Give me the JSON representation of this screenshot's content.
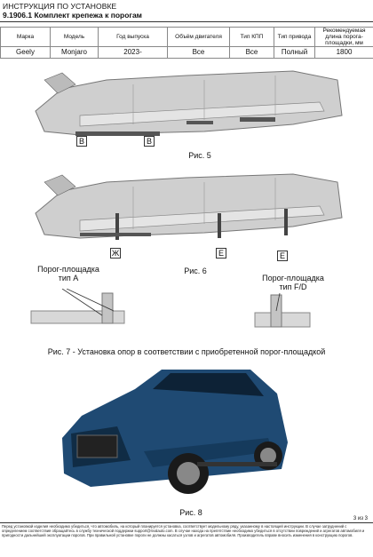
{
  "header": {
    "line1": "ИНСТРУКЦИЯ ПО УСТАНОВКЕ",
    "line2": "9.1906.1 Комплект крепежа к порогам"
  },
  "spec_table": {
    "headers": [
      "Марка",
      "Модель",
      "Год выпуска",
      "Объём двигателя",
      "Тип КПП",
      "Тип привода",
      "Рекомендуемая длина порога-площадки, мм"
    ],
    "row": [
      "Geely",
      "Monjaro",
      "2023-",
      "Все",
      "Все",
      "Полный",
      "1800"
    ]
  },
  "figures": {
    "fig5": {
      "caption": "Рис. 5",
      "marker": "B"
    },
    "fig6": {
      "caption": "Рис. 6",
      "markers": [
        "Ж",
        "E",
        "E"
      ]
    },
    "fig7": {
      "label_a": "Порог-площадка",
      "label_a2": "тип А",
      "label_fd": "Порог-площадка",
      "label_fd2": "тип F/D",
      "caption_mid": "Рис. 6",
      "caption": "Рис. 7 - Установка опор в соответствии с приобретенной порог-площадкой"
    },
    "fig8": {
      "caption": "Рис. 8"
    }
  },
  "page_number": "3 из 3",
  "footer_text": "Перед установкой изделия необходимо убедиться, что автомобиль, на который планируется установка, соответствует модельному ряду, указанному в настоящей инструкции. В случае затруднений с определением соответствия обращайтесь в службу технической поддержки support@rivalauto.com. В случае находа на препятствие необходимо убедиться в отсутствии повреждений и агрегатов автомобиля и пригодности дальнейшей эксплуатации порогов. При правильной установке пороги не должны касаться узлов и агрегатов автомобиля. Производитель вправе вносить изменения в конструкцию порогов.",
  "colors": {
    "car_body": "#1f4a73",
    "chassis": "#c8c8c8",
    "arrow": "#2a2a2a"
  }
}
